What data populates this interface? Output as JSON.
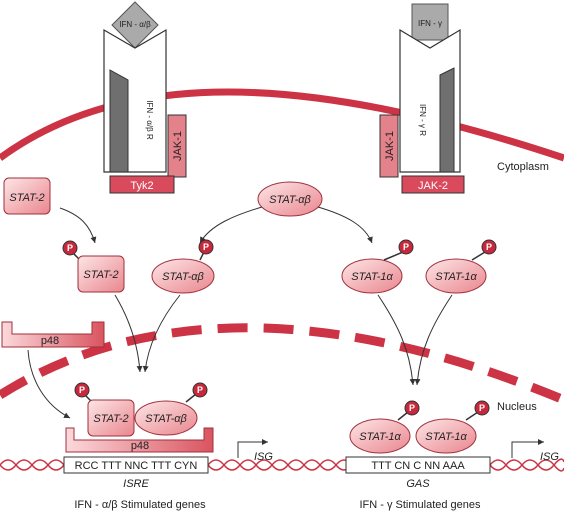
{
  "receptors": {
    "alpha_beta": {
      "ligand": "IFN - α/β",
      "receptor": "IFN - α/β R",
      "kinase_left": "Tyk2",
      "kinase_right": "JAK-1"
    },
    "gamma": {
      "ligand": "IFN - γ",
      "receptor": "IFN - γ R",
      "kinase_left": "JAK-1",
      "kinase_bottom": "JAK-2"
    }
  },
  "compartments": {
    "cytoplasm": "Cytoplasm",
    "nucleus": "Nucleus"
  },
  "proteins": {
    "stat2": "STAT-2",
    "stat_ab": "STAT-αβ",
    "stat1a": "STAT-1α",
    "p48": "p48",
    "phospho": "P"
  },
  "dna": {
    "isre_seq": "RCC TTT NNC TTT CYN",
    "isre_label": "ISRE",
    "gas_seq": "TTT CN C NN AAA",
    "gas_label": "GAS",
    "isg": "ISG"
  },
  "captions": {
    "left": "IFN - α/β Stimulated genes",
    "right": "IFN - γ Stimulated genes"
  },
  "colors": {
    "membrane": "#cc3344",
    "kinase": "#d94a5c",
    "protein_fill": "#f4b8bb",
    "protein_stroke": "#a0303c",
    "phospho": "#c8283c",
    "receptor_grey": "#666666"
  }
}
